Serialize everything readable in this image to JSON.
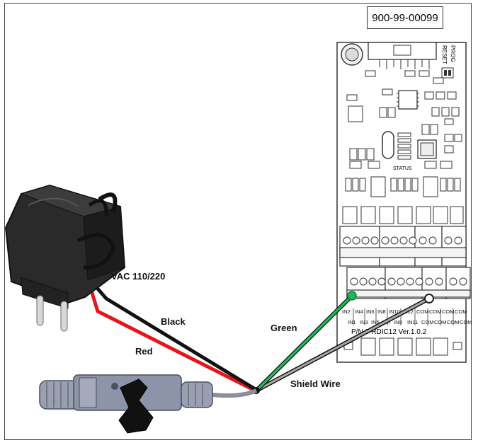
{
  "part_number": "900-99-00099",
  "labels": {
    "vac": "VAC 110/220",
    "black": "Black",
    "red": "Red",
    "green": "Green",
    "shield": "Shield Wire"
  },
  "board": {
    "reset": "RESET",
    "prog": "PROG",
    "status": "STATUS",
    "pn": "P/N 3-RDIC12 Ver.1.0.2",
    "inputs_top": [
      "IN2",
      "IN4",
      "IN6",
      "IN8",
      "IN10",
      "IN12",
      "COM",
      "COM",
      "COM",
      "COM"
    ],
    "inputs_bottom": [
      "IN1",
      "IN3",
      "IN5",
      "IN7",
      "IN9",
      "IN11",
      "COM",
      "COM",
      "COM",
      "COM"
    ]
  },
  "colors": {
    "red_wire": "#e8141b",
    "black_wire": "#111111",
    "green_wire": "#1db954",
    "shield_wire": "#9a9a9a",
    "adapter": "#2a2a2a",
    "sensor": "#8d93a8"
  }
}
